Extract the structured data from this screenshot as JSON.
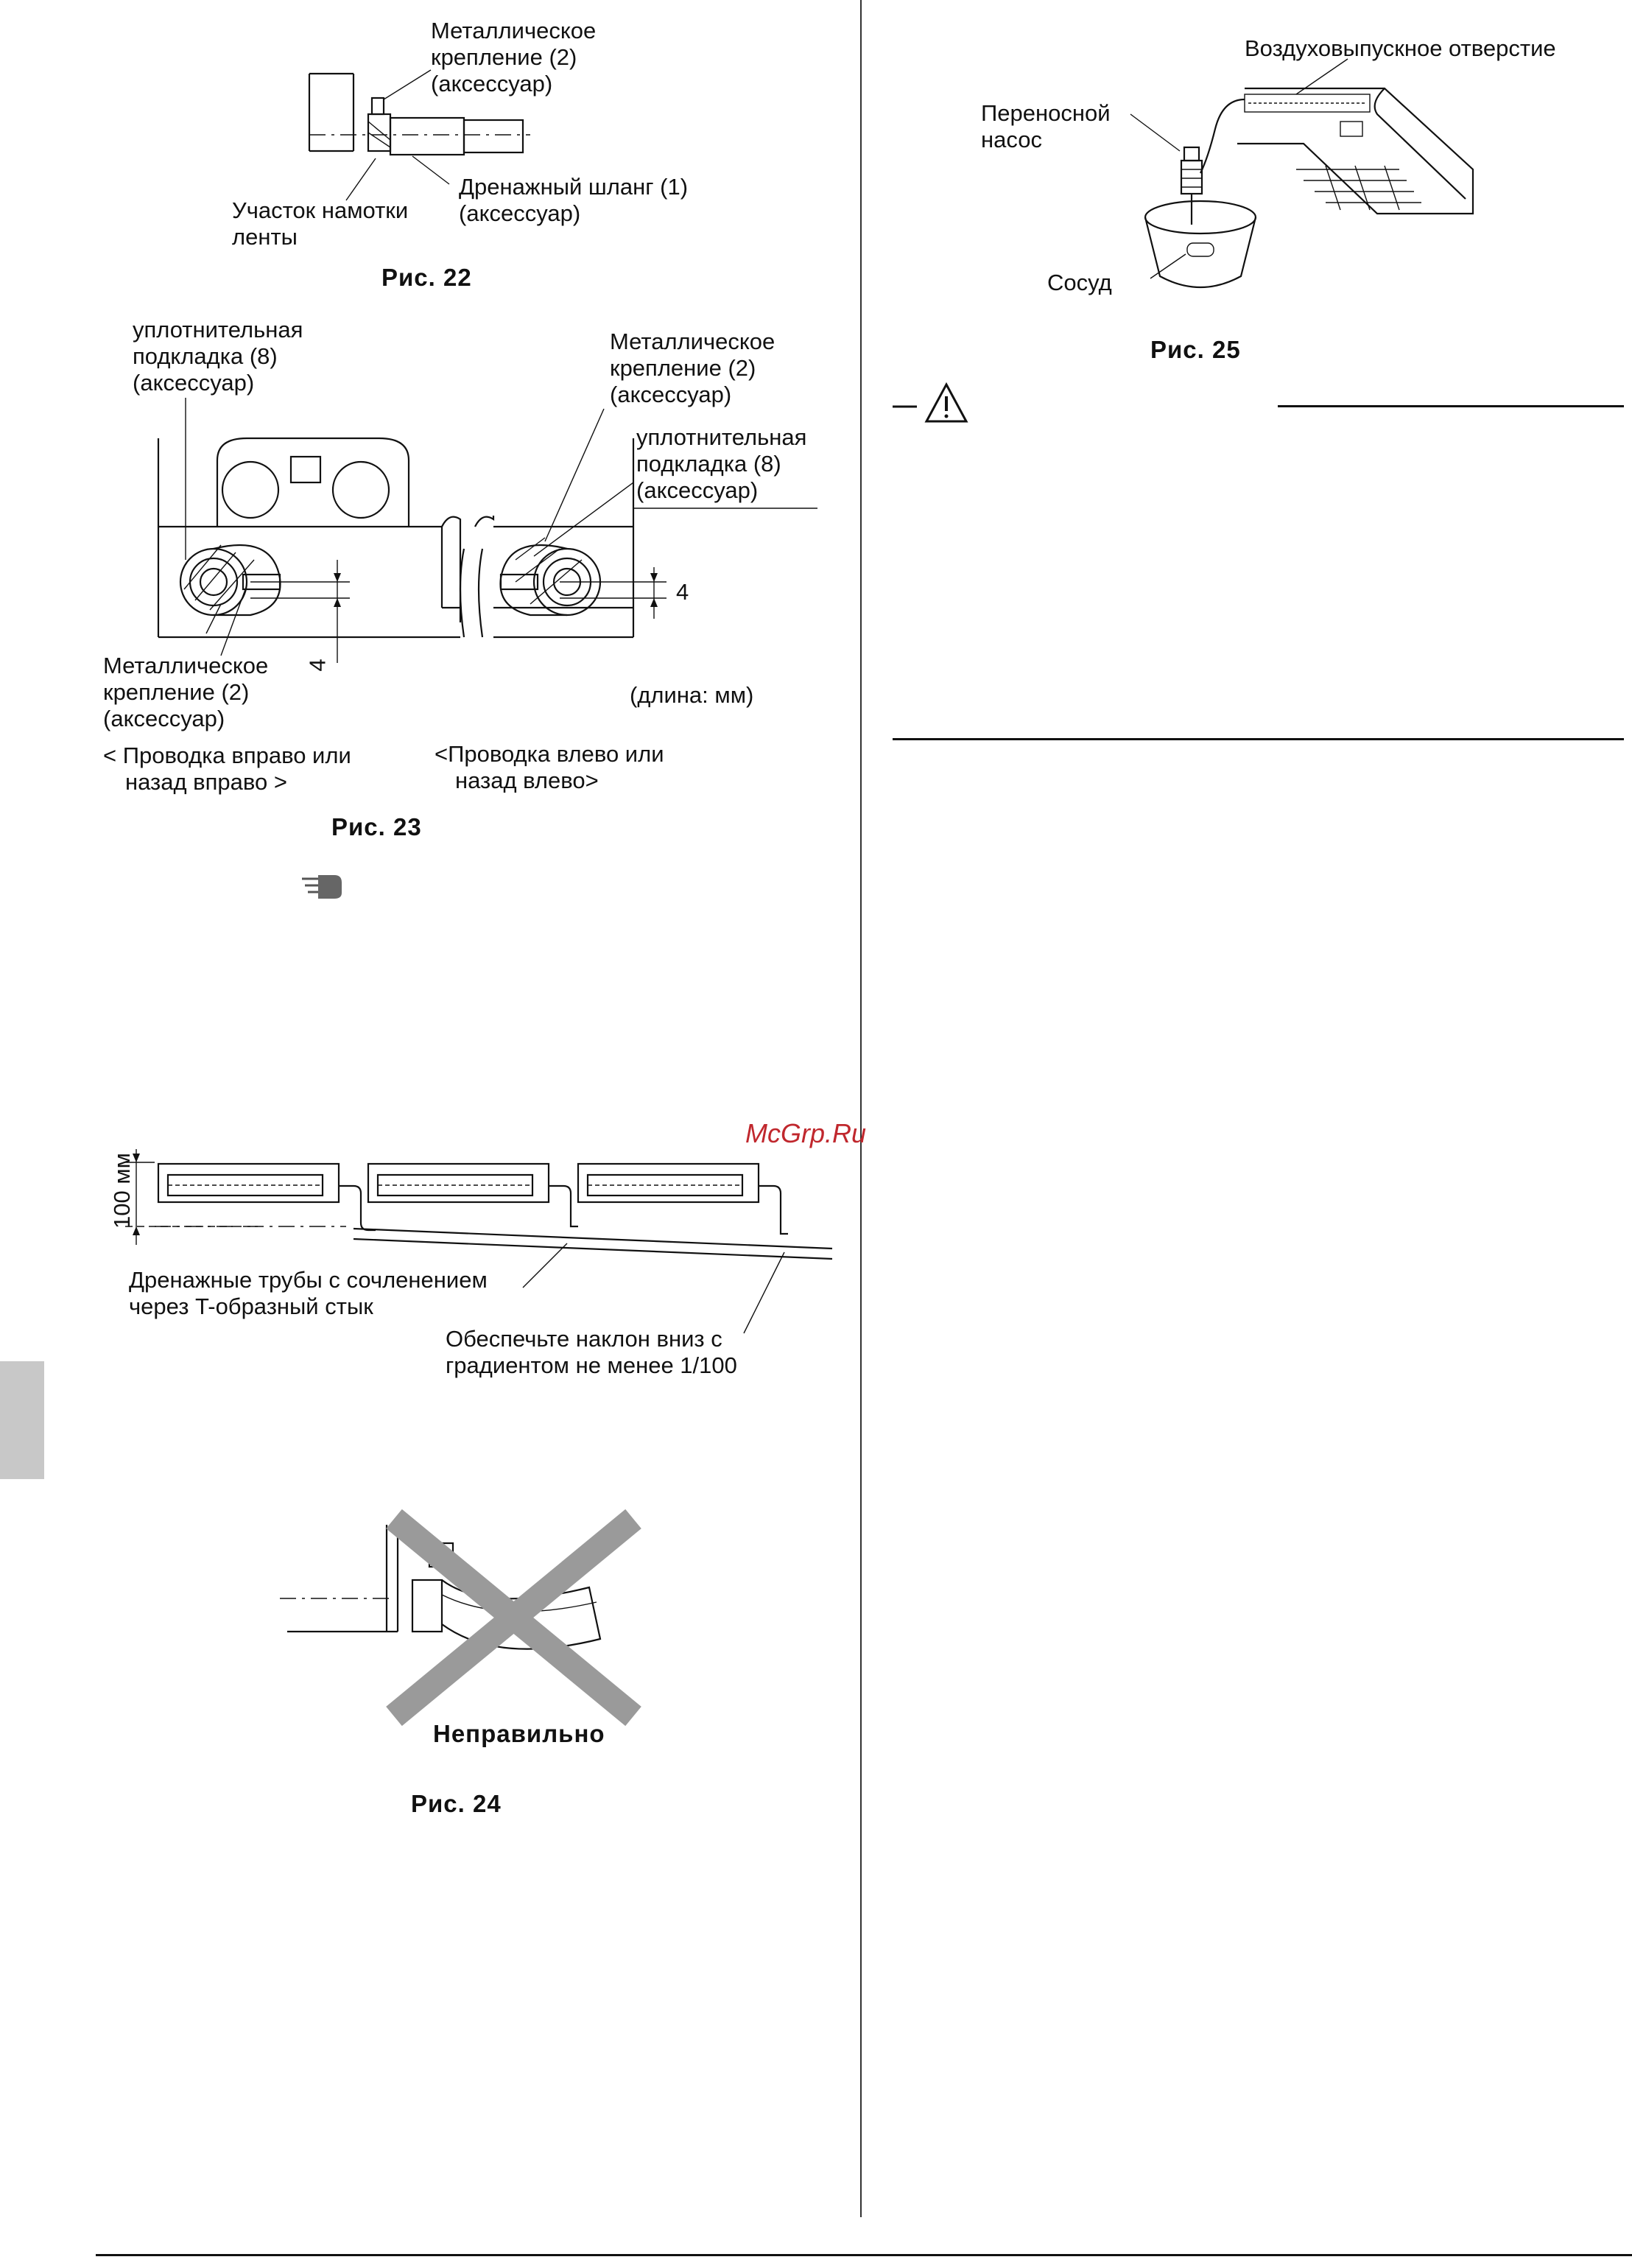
{
  "fig22": {
    "caption": "Рис. 22",
    "label_clamp": [
      "Металлическое",
      "крепление (2)",
      "(аксессуар)"
    ],
    "label_tape": [
      "Участок намотки",
      "ленты"
    ],
    "label_hose": [
      "Дренажный шланг (1)",
      "(аксессуар)"
    ]
  },
  "fig23": {
    "caption": "Рис. 23",
    "label_pad_left": [
      "уплотнительная",
      "подкладка (8)",
      "(аксессуар)"
    ],
    "label_clamp_right": [
      "Металлическое",
      "крепление (2)",
      "(аксессуар)"
    ],
    "label_pad_right": [
      "уплотнительная",
      "подкладка (8)",
      "(аксессуар)"
    ],
    "label_clamp_left": [
      "Металлическое",
      "крепление (2)",
      "(аксессуар)"
    ],
    "dim_value": "4",
    "unit_note": "(длина: мм)",
    "routing_right": [
      "< Проводка вправо или",
      "назад вправо >"
    ],
    "routing_left": [
      "<Проводка влево или",
      "назад влево>"
    ]
  },
  "fig_piping": {
    "height_label": "100 мм",
    "label_tee": [
      "Дренажные трубы с сочленением",
      "через T-образный стык"
    ],
    "label_slope": [
      "Обеспечьте наклон вниз с",
      "градиентом не менее 1/100"
    ]
  },
  "fig24": {
    "caption": "Рис. 24",
    "wrong_label": "Неправильно"
  },
  "fig25": {
    "caption": "Рис. 25",
    "label_outlet": "Воздуховыпускное отверстие",
    "label_pump": [
      "Переносной",
      "насос"
    ],
    "label_vessel": "Сосуд"
  },
  "watermark": "McGrp.Ru",
  "icons": [
    "pointing-hand-icon",
    "warning-triangle-icon"
  ]
}
